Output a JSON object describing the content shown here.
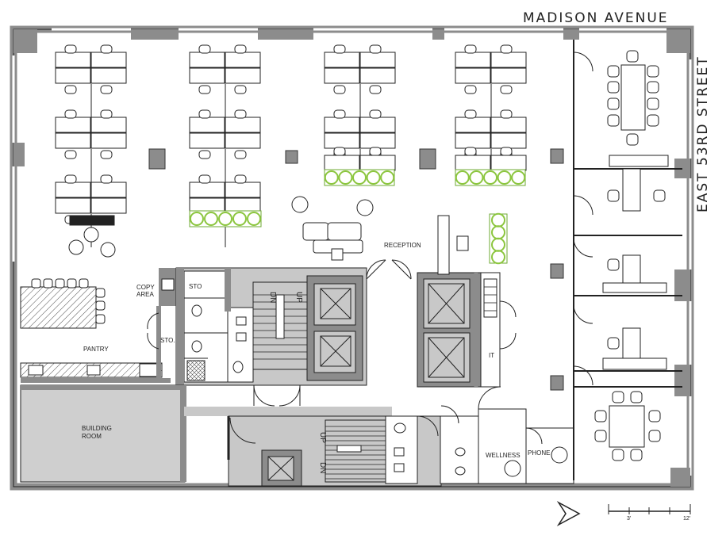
{
  "streets": {
    "north": "MADISON AVENUE",
    "east": "EAST 53RD STREET"
  },
  "rooms": {
    "copy": [
      "COPY",
      "AREA"
    ],
    "pantry": "PANTRY",
    "storage_main": "STO.",
    "storage_core": "STO",
    "reception": "RECEPTION",
    "building": [
      "BUILDING",
      "ROOM"
    ],
    "it": "IT",
    "wellness": "WELLNESS",
    "phone": "PHONE"
  },
  "stairs": {
    "up": "UP",
    "down": "DN"
  },
  "scale": {
    "mid": "3'",
    "end": "12'"
  },
  "colors": {
    "wall": "#8c8c8c",
    "core": "#c8c8c8",
    "building_room": "#cfcfcf",
    "plants": "#8cc63f",
    "line": "#222222"
  }
}
